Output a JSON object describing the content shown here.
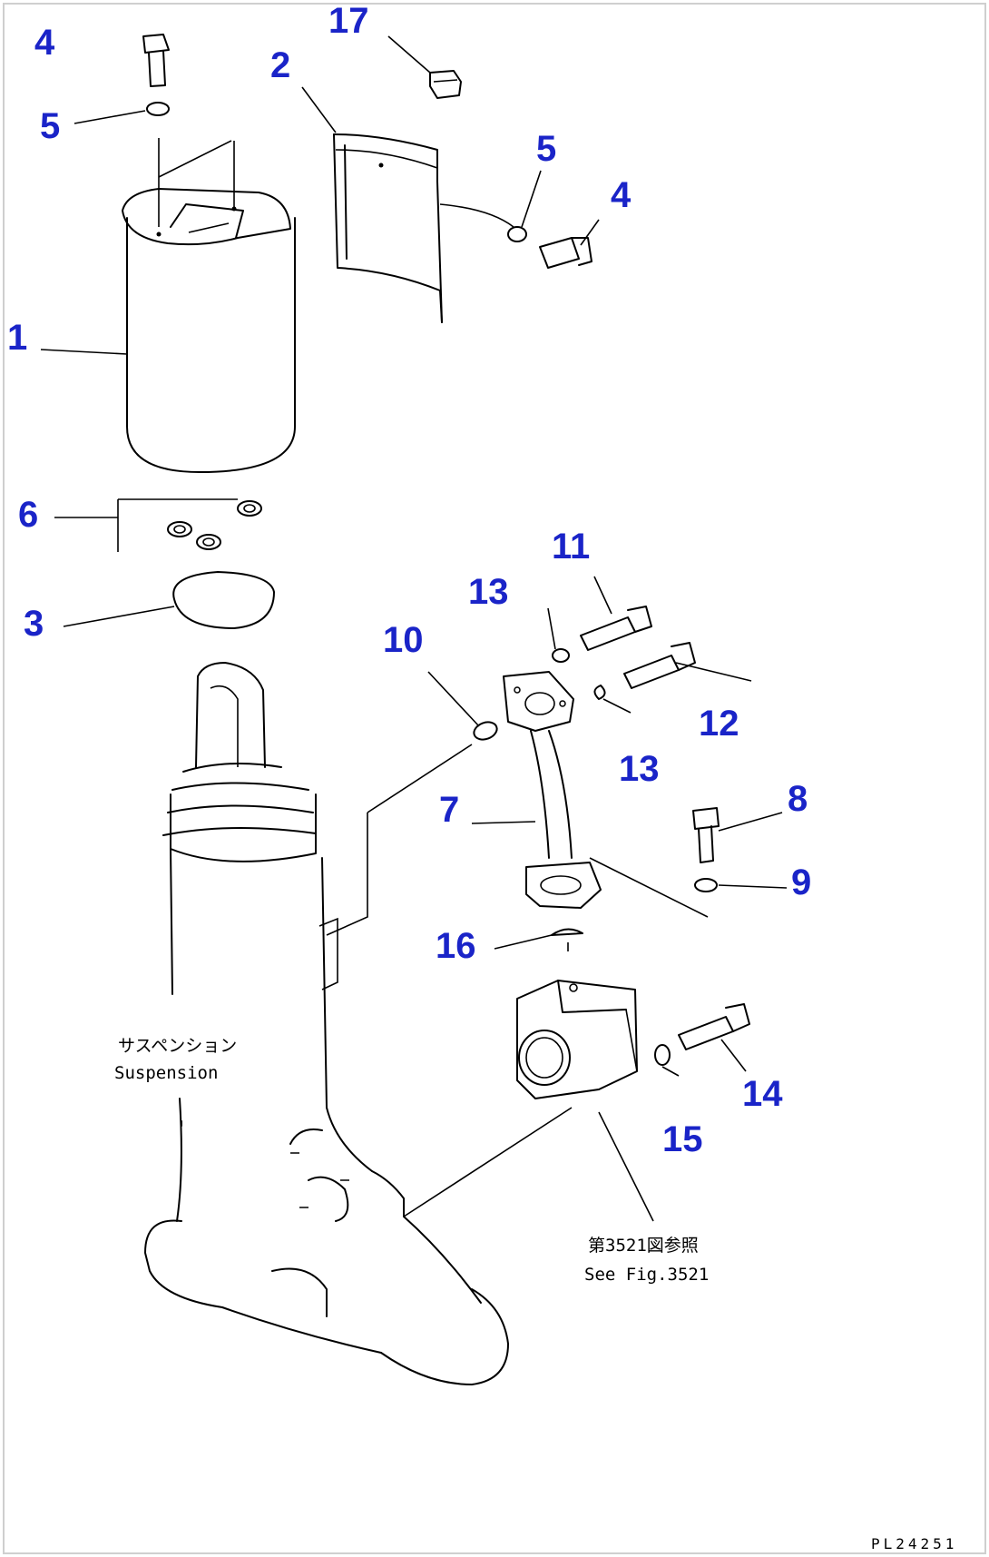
{
  "callouts": [
    "1",
    "2",
    "3",
    "4",
    "4",
    "5",
    "5",
    "6",
    "7",
    "8",
    "9",
    "10",
    "11",
    "12",
    "13",
    "13",
    "14",
    "15",
    "16",
    "17"
  ],
  "notes": {
    "suspension_jp": "サスペンション",
    "suspension_en": "Suspension",
    "see_fig_jp": "第3521図参照",
    "see_fig_en": "See Fig.3521"
  },
  "drawing_code": "PL24251"
}
